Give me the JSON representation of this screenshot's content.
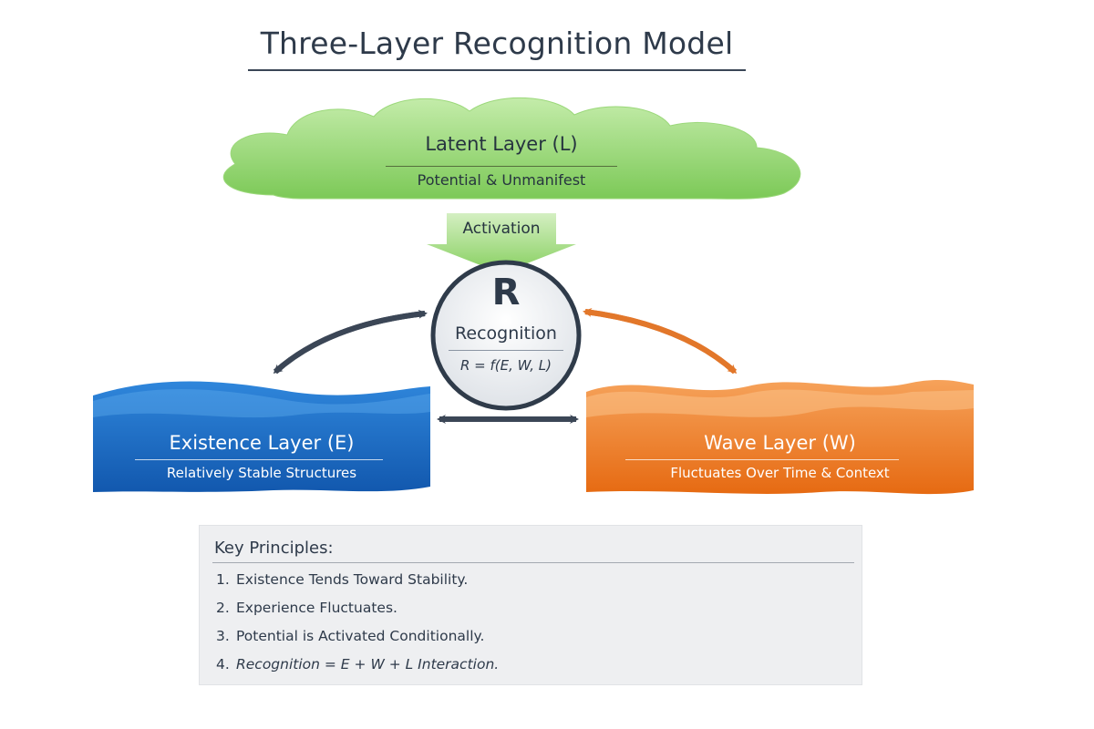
{
  "title": "Three-Layer Recognition Model",
  "latent": {
    "title": "Latent Layer (L)",
    "subtitle": "Potential & Unmanifest",
    "color": "#8fd36b"
  },
  "activation_label": "Activation",
  "recognition": {
    "letter": "R",
    "label": "Recognition",
    "formula": "R = f(E, W, L)"
  },
  "existence": {
    "title": "Existence Layer (E)",
    "subtitle": "Relatively Stable Structures",
    "color": "#1f6fc6"
  },
  "wave": {
    "title": "Wave Layer (W)",
    "subtitle": "Fluctuates Over Time & Context",
    "color": "#ef7a22"
  },
  "arrow_color_dark": "#3b4656",
  "arrow_color_orange": "#e2772a",
  "principles": {
    "title": "Key Principles:",
    "items": [
      {
        "num": "1.",
        "text": "Existence Tends Toward Stability."
      },
      {
        "num": "2.",
        "text": "Experience Fluctuates."
      },
      {
        "num": "3.",
        "text": "Potential is Activated Conditionally."
      },
      {
        "num": "4.",
        "text": "Recognition = E + W + L Interaction."
      }
    ]
  }
}
